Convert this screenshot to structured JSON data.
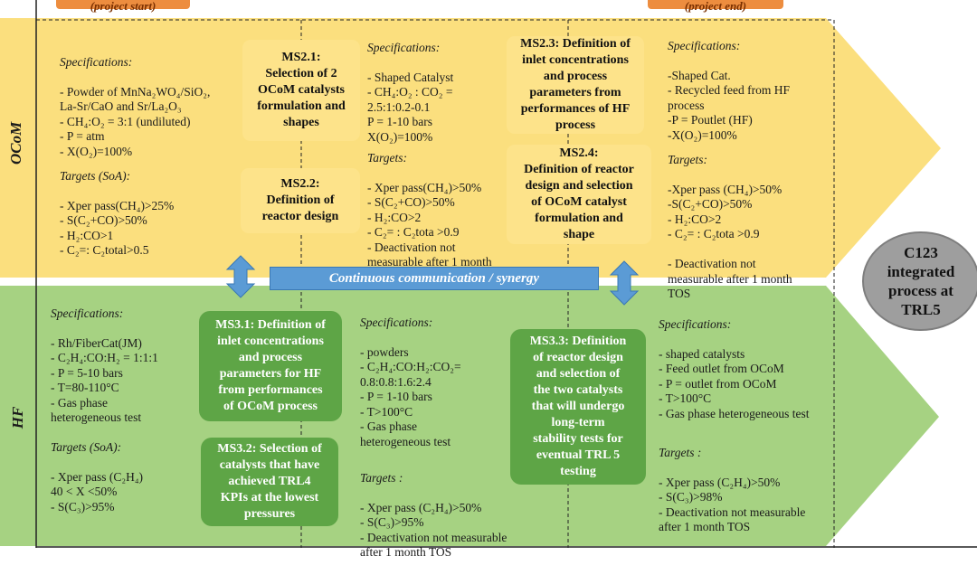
{
  "top_tabs": {
    "start": "(project start)",
    "end": "(project end)"
  },
  "rows": {
    "ocom_label": "OCoM",
    "hf_label": "HF"
  },
  "ocom": {
    "col1_spec": {
      "title": "Specifications:",
      "body": "- Powder of MnNa₂WO₄/SiO₂,\nLa-Sr/CaO and Sr/La₂O₃\n- CH₄:O₂ = 3:1 (undiluted)\n- P = atm\n- X(O₂)=100%"
    },
    "col1_targets": {
      "title": "Targets (SoA):",
      "body": "- Xper pass(CH₄)>25%\n- S(C₂+CO)>50%\n- H₂:CO>1\n- C₂=: C₂total>0.5"
    },
    "col2_spec": {
      "title": "Specifications:",
      "body": "- Shaped Catalyst\n- CH₄:O₂ : CO₂ =\n  2.5:1:0.2-0.1\nP = 1-10 bars\nX(O₂)=100%"
    },
    "col2_targets": {
      "title": "Targets:",
      "body": "- Xper pass(CH₄)>50%\n- S(C₂+CO)>50%\n- H₂:CO>2\n- C₂= : C₂tota >0.9\n- Deactivation not\nmeasurable after 1 month\nTOS"
    },
    "col3_spec": {
      "title": "Specifications:",
      "body": "-Shaped Cat.\n- Recycled feed from HF\nprocess\n-P = Poutlet (HF)\n-X(O₂)=100%"
    },
    "col3_targets": {
      "title": "Targets:",
      "body": "-Xper pass (CH₄)>50%\n-S(C₂+CO)>50%\n- H₂:CO>2\n- C₂= : C₂tota >0.9\n\n- Deactivation not\nmeasurable after 1 month\nTOS"
    },
    "ms21": "MS2.1:\nSelection of 2\nOCoM catalysts\nformulation and\nshapes",
    "ms22": "MS2.2:\nDefinition of\nreactor design",
    "ms23": "MS2.3: Definition of\ninlet concentrations\nand process\nparameters from\nperformances of HF\nprocess",
    "ms24": "MS2.4:\nDefinition of reactor\ndesign and selection\nof OCoM catalyst\nformulation and\nshape"
  },
  "communication": "Continuous communication / synergy",
  "goal": "C123\nintegrated\nprocess at\nTRL5",
  "hf": {
    "col1_spec": {
      "title": "Specifications:",
      "body": "- Rh/FiberCat(JM)\n- C₂H₄:CO:H₂ = 1:1:1\n- P = 5-10 bars\n- T=80-110°C\n- Gas phase\nheterogeneous test"
    },
    "col1_targets": {
      "title": "Targets (SoA):",
      "body": "-   Xper pass (C₂H₄)\n40 < X <50%\n- S(C₃)>95%"
    },
    "col2_spec": {
      "title": "Specifications:",
      "body": "- powders\n- C₂H₄:CO:H₂:CO₂=\n0.8:0.8:1.6:2.4\n- P = 1-10 bars\n- T>100°C\n-    Gas phase\nheterogeneous test"
    },
    "col2_targets": {
      "title": "Targets :",
      "body": "- Xper pass (C₂H₄)>50%\n- S(C₃)>95%\n- Deactivation not measurable\nafter 1 month TOS"
    },
    "col3_spec": {
      "title": "Specifications:",
      "body": "- shaped catalysts\n- Feed outlet from OCoM\n- P = outlet from OCoM\n- T>100°C\n- Gas phase heterogeneous test"
    },
    "col3_targets": {
      "title": "Targets :",
      "body": "- Xper pass (C₂H₄)>50%\n- S(C₃)>98%\n- Deactivation not measurable\nafter 1 month TOS"
    },
    "ms31": "MS3.1: Definition of\ninlet concentrations\nand process\nparameters for HF\nfrom performances\nof OCoM process",
    "ms32": "MS3.2: Selection of\ncatalysts that have\nachieved TRL4\nKPIs at the lowest\npressures",
    "ms33": "MS3.3: Definition\nof reactor design\nand selection of\nthe two catalysts\nthat will undergo\nlong-term\nstability tests for\neventual TRL 5\ntesting"
  },
  "colors": {
    "ocom_band": "#fbdf7e",
    "hf_band": "#a6d282",
    "ms_yellow": "#fde38a",
    "ms_green": "#5ea546",
    "communication": "#5b9bd5",
    "goal": "#9e9e9e",
    "tab": "#ed8d3f"
  }
}
